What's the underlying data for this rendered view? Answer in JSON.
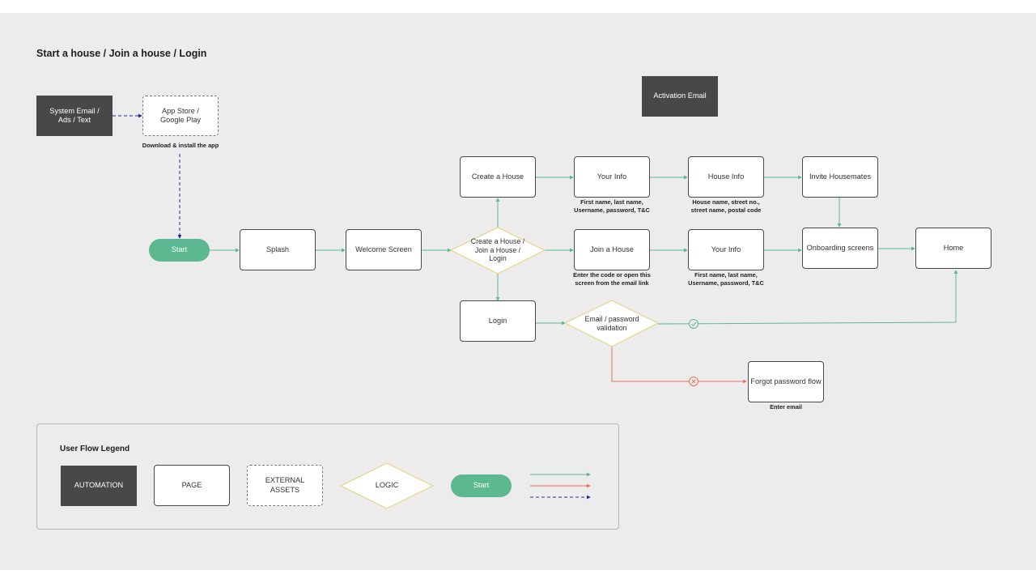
{
  "flow_title": "Start a house / Join a house / Login",
  "nodes": {
    "system_email": "System Email /\nAds / Text",
    "app_store": "App Store /\nGoogle Play",
    "activation_email": "Activation Email",
    "start": "Start",
    "splash": "Splash",
    "welcome": "Welcome Screen",
    "decision": "Create a House /\nJoin a House /\nLogin",
    "create_house": "Create a House",
    "your_info_top": "Your Info",
    "house_info": "House Info",
    "invite": "Invite Housemates",
    "join_house": "Join a House",
    "your_info_mid": "Your Info",
    "onboarding": "Onboarding screens",
    "home": "Home",
    "login": "Login",
    "validation": "Email / password\nvalidation",
    "forgot": "Forgot password flow"
  },
  "captions": {
    "download": "Download & install the app",
    "your_info_top": "First name, last name,\nUsername, password, T&C",
    "house_info": "House name, street no.,\nstreet name, postal code",
    "join_house": "Enter the code or open this\nscreen from the email link",
    "your_info_mid": "First name, last name,\nUsername, password, T&C",
    "forgot": "Enter email"
  },
  "legend": {
    "title": "User Flow Legend",
    "automation": "AUTOMATION",
    "page": "PAGE",
    "external": "EXTERNAL\nASSETS",
    "logic": "LOGIC",
    "start": "Start"
  },
  "colors": {
    "green": "#5bb891",
    "red": "#e0735f",
    "navy": "#1f2a8a",
    "logic_border": "#e3d07a",
    "automation_fill": "#484848"
  }
}
